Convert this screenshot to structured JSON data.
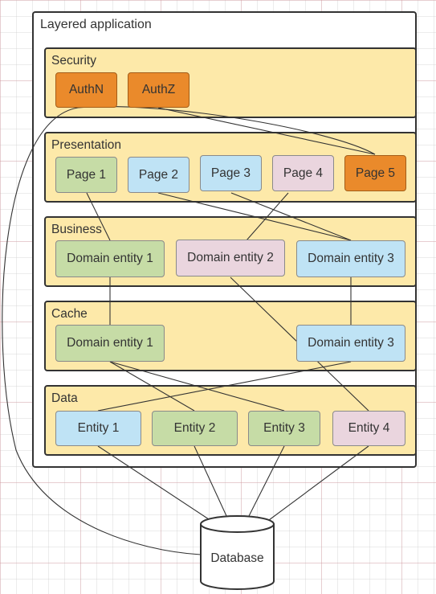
{
  "outer_title": "Layered application",
  "layers": {
    "security": "Security",
    "presentation": "Presentation",
    "business": "Business",
    "cache": "Cache",
    "data": "Data"
  },
  "nodes": {
    "authn": "AuthN",
    "authz": "AuthZ",
    "page1": "Page 1",
    "page2": "Page 2",
    "page3": "Page 3",
    "page4": "Page 4",
    "page5": "Page 5",
    "biz_de1": "Domain entity 1",
    "biz_de2": "Domain entity 2",
    "biz_de3": "Domain entity 3",
    "cache_de1": "Domain entity 1",
    "cache_de3": "Domain entity 3",
    "entity1": "Entity 1",
    "entity2": "Entity 2",
    "entity3": "Entity 3",
    "entity4": "Entity 4"
  },
  "database": "Database",
  "colors": {
    "layer_fill": "#fde9a9",
    "green": "#c6dca6",
    "blue": "#bfe3f5",
    "pink": "#ead5de",
    "orange": "#ea8a2b"
  }
}
